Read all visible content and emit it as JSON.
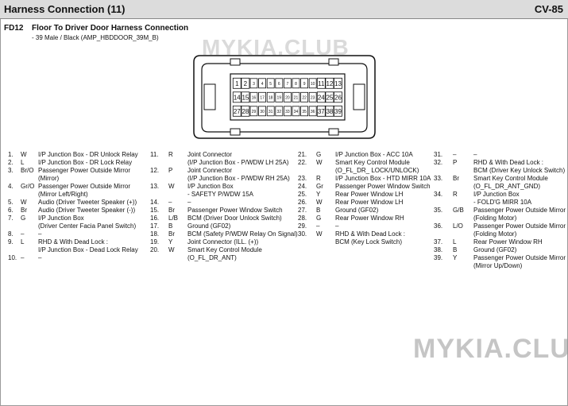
{
  "header": {
    "title": "Harness Connection (11)",
    "page_code": "CV-85"
  },
  "connector": {
    "id": "FD12",
    "name": "Floor To Driver Door Harness Connection",
    "subtitle": "- 39 Male / Black (AMP_HBDDOOR_39M_B)",
    "rows": [
      [
        "1",
        "2",
        "3",
        "4",
        "5",
        "6",
        "7",
        "8",
        "9",
        "10",
        "11",
        "12",
        "13"
      ],
      [
        "14",
        "15",
        "16",
        "17",
        "18",
        "19",
        "20",
        "21",
        "22",
        "23",
        "24",
        "25",
        "26"
      ],
      [
        "27",
        "28",
        "29",
        "30",
        "31",
        "32",
        "33",
        "34",
        "35",
        "36",
        "37",
        "38",
        "39"
      ]
    ]
  },
  "watermark": {
    "text": "MYKIA.CLUB"
  },
  "pins": [
    {
      "num": "1.",
      "wire": "W",
      "desc": [
        "I/P Junction Box - DR Unlock Relay"
      ]
    },
    {
      "num": "2.",
      "wire": "L",
      "desc": [
        "I/P Junction Box - DR Lock Relay"
      ]
    },
    {
      "num": "3.",
      "wire": "Br/O",
      "desc": [
        "Passenger Power Outside Mirror",
        "(Mirror)"
      ]
    },
    {
      "num": "4.",
      "wire": "Gr/O",
      "desc": [
        "Passenger Power Outside Mirror",
        "(Mirror Left/Right)"
      ]
    },
    {
      "num": "5.",
      "wire": "W",
      "desc": [
        "Audio (Driver Tweeter Speaker (+))"
      ]
    },
    {
      "num": "6.",
      "wire": "Br",
      "desc": [
        "Audio (Driver Tweeter Speaker (-))"
      ]
    },
    {
      "num": "7.",
      "wire": "G",
      "desc": [
        "I/P Junction Box",
        "(Driver Center Facia Panel Switch)"
      ]
    },
    {
      "num": "8.",
      "wire": "–",
      "desc": [
        "–"
      ]
    },
    {
      "num": "9.",
      "wire": "L",
      "desc": [
        "RHD & With Dead Lock :",
        "I/P Junction Box - Dead Lock Relay"
      ]
    },
    {
      "num": "10.",
      "wire": "–",
      "desc": [
        "–"
      ]
    },
    {
      "num": "11.",
      "wire": "R",
      "desc": [
        "Joint Connector",
        "(I/P Junction Box - P/WDW LH 25A)"
      ]
    },
    {
      "num": "12.",
      "wire": "P",
      "desc": [
        "Joint Connector",
        "(I/P Junction Box - P/WDW RH 25A)"
      ]
    },
    {
      "num": "13.",
      "wire": "W",
      "desc": [
        "I/P Junction Box",
        "- SAFETY P/WDW 15A"
      ]
    },
    {
      "num": "14.",
      "wire": "–",
      "desc": [
        "–"
      ]
    },
    {
      "num": "15.",
      "wire": "Br",
      "desc": [
        "Passenger Power Window Switch"
      ]
    },
    {
      "num": "16.",
      "wire": "L/B",
      "desc": [
        "BCM (Driver Door Unlock Switch)"
      ]
    },
    {
      "num": "17.",
      "wire": "B",
      "desc": [
        "Ground (GF02)"
      ]
    },
    {
      "num": "18.",
      "wire": "Br",
      "desc": [
        "BCM (Safety P/WDW Relay On Signal)"
      ]
    },
    {
      "num": "19.",
      "wire": "Y",
      "desc": [
        "Joint Connector (ILL. (+))"
      ]
    },
    {
      "num": "20.",
      "wire": "W",
      "desc": [
        "Smart Key Control Module",
        "(O_FL_DR_ANT)"
      ]
    },
    {
      "num": "21.",
      "wire": "G",
      "desc": [
        "I/P Junction Box - ACC 10A"
      ]
    },
    {
      "num": "22.",
      "wire": "W",
      "desc": [
        "Smart Key Control Module",
        "(O_FL_DR_ LOCK/UNLOCK)"
      ]
    },
    {
      "num": "23.",
      "wire": "R",
      "desc": [
        "I/P Junction Box - HTD MIRR 10A"
      ]
    },
    {
      "num": "24.",
      "wire": "Gr",
      "desc": [
        "Passenger Power Window Switch"
      ]
    },
    {
      "num": "25.",
      "wire": "Y",
      "desc": [
        "Rear Power Window LH"
      ]
    },
    {
      "num": "26.",
      "wire": "W",
      "desc": [
        "Rear Power Window LH"
      ]
    },
    {
      "num": "27.",
      "wire": "B",
      "desc": [
        "Ground (GF02)"
      ]
    },
    {
      "num": "28.",
      "wire": "G",
      "desc": [
        "Rear Power Window RH"
      ]
    },
    {
      "num": "29.",
      "wire": "–",
      "desc": [
        "–"
      ]
    },
    {
      "num": "30.",
      "wire": "W",
      "desc": [
        "RHD & With Dead Lock :",
        "BCM (Key Lock Switch)"
      ]
    },
    {
      "num": "31.",
      "wire": "–",
      "desc": [
        "–"
      ]
    },
    {
      "num": "32.",
      "wire": "P",
      "desc": [
        "RHD & With Dead Lock :",
        "BCM (Driver Key Unlock Switch)"
      ]
    },
    {
      "num": "33.",
      "wire": "Br",
      "desc": [
        "Smart Key Control Module",
        "(O_FL_DR_ANT_GND)"
      ]
    },
    {
      "num": "34.",
      "wire": "R",
      "desc": [
        "I/P Junction Box",
        "- FOLD'G MIRR 10A"
      ]
    },
    {
      "num": "35.",
      "wire": "G/B",
      "desc": [
        "Passenger Power Outside Mirror",
        "(Folding Motor)"
      ]
    },
    {
      "num": "36.",
      "wire": "L/O",
      "desc": [
        "Passenger Power Outside Mirror",
        "(Folding Motor)"
      ]
    },
    {
      "num": "37.",
      "wire": "L",
      "desc": [
        "Rear Power Window RH"
      ]
    },
    {
      "num": "38.",
      "wire": "B",
      "desc": [
        "Ground (GF02)"
      ]
    },
    {
      "num": "39.",
      "wire": "Y",
      "desc": [
        "Passenger Power Outside Mirror",
        "(Mirror Up/Down)"
      ]
    }
  ]
}
